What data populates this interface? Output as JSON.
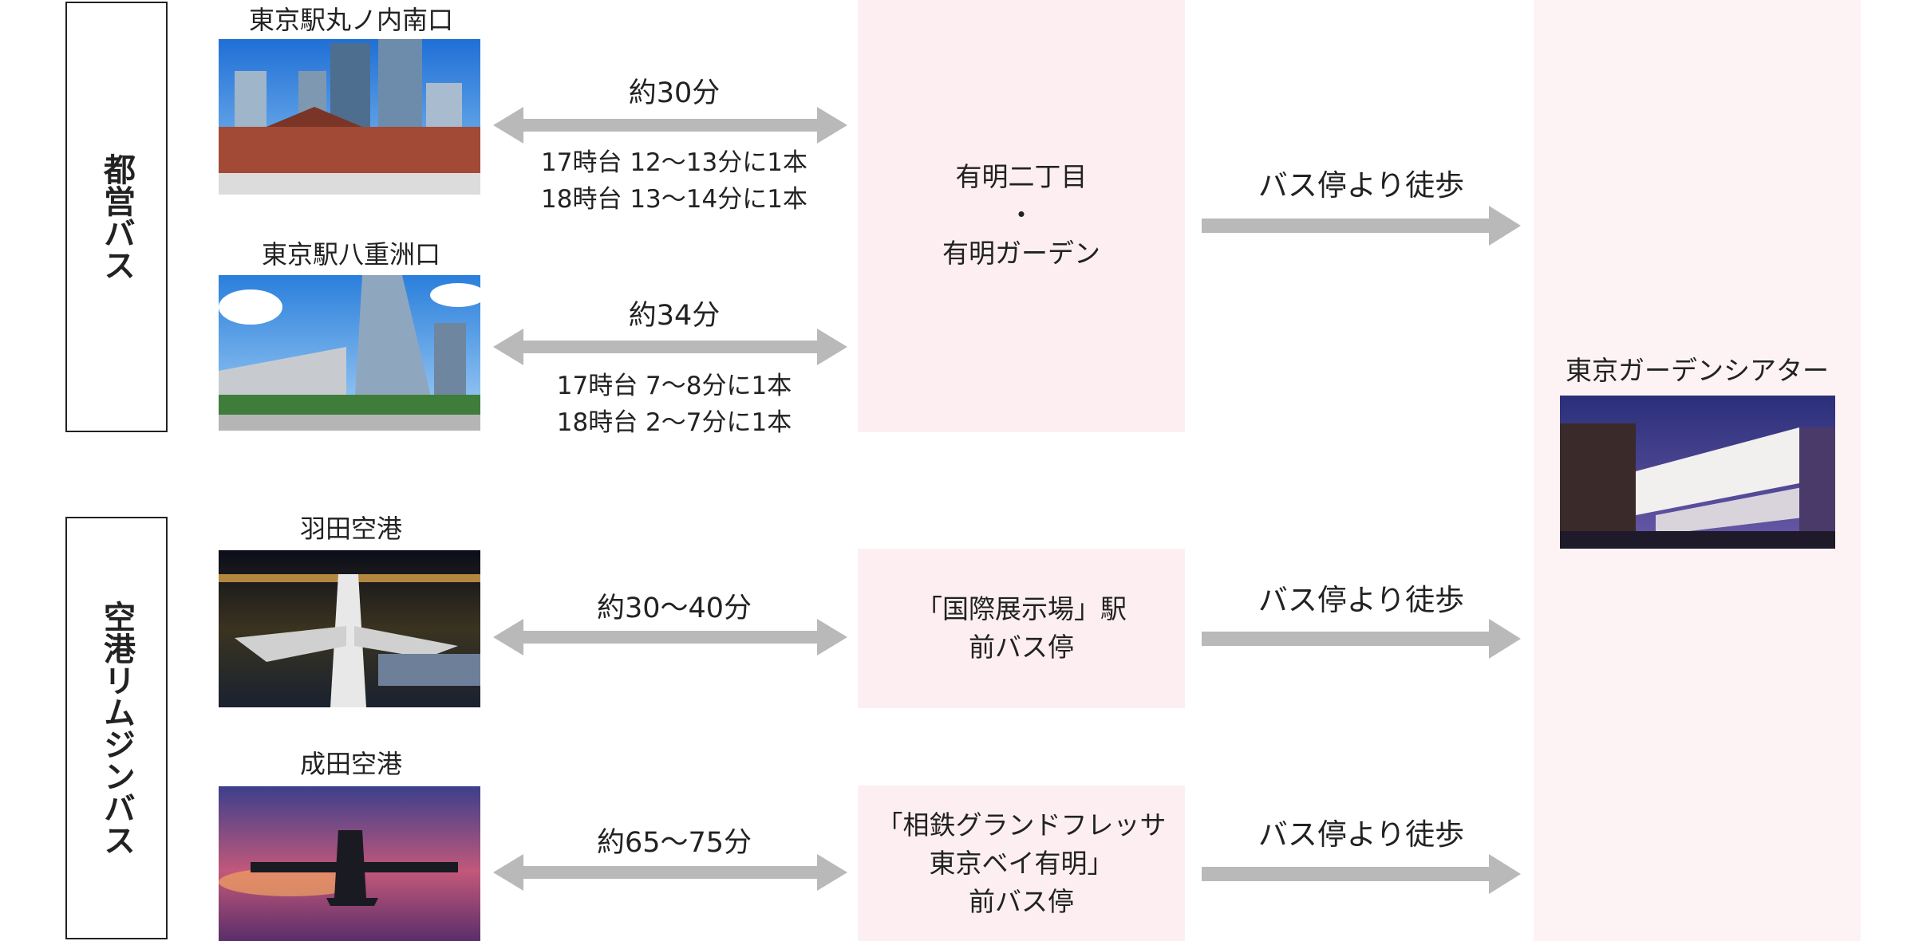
{
  "colors": {
    "pink_bg": "#fdeff1",
    "pink_col": "#fef3f4",
    "arrow": "#b9b9b9",
    "text": "#222222",
    "border": "#222222"
  },
  "groups": {
    "toei": {
      "label": "都営バス"
    },
    "limousine": {
      "label": "空港リムジンバス"
    }
  },
  "routes": [
    {
      "origin": "東京駅丸ノ内南口",
      "photo_icon": "tokyo-station-marunouchi-photo",
      "duration": "約30分",
      "schedule": [
        "17時台 12〜13分に1本",
        "18時台 13〜14分に1本"
      ]
    },
    {
      "origin": "東京駅八重洲口",
      "photo_icon": "tokyo-station-yaesu-photo",
      "duration": "約34分",
      "schedule": [
        "17時台 7〜8分に1本",
        "18時台 2〜7分に1本"
      ]
    },
    {
      "origin": "羽田空港",
      "photo_icon": "haneda-airport-photo",
      "duration": "約30〜40分"
    },
    {
      "origin": "成田空港",
      "photo_icon": "narita-airport-photo",
      "duration": "約65〜75分"
    }
  ],
  "stops": [
    {
      "lines": [
        "有明二丁目",
        "・",
        "有明ガーデン"
      ]
    },
    {
      "lines": [
        "「国際展示場」駅",
        "前バス停"
      ]
    },
    {
      "lines": [
        "「相鉄グランドフレッサ",
        "東京ベイ有明」",
        "前バス停"
      ]
    }
  ],
  "walk_label": "バス停より徒歩",
  "destination": {
    "name": "東京ガーデンシアター",
    "photo_icon": "tokyo-garden-theater-photo"
  }
}
